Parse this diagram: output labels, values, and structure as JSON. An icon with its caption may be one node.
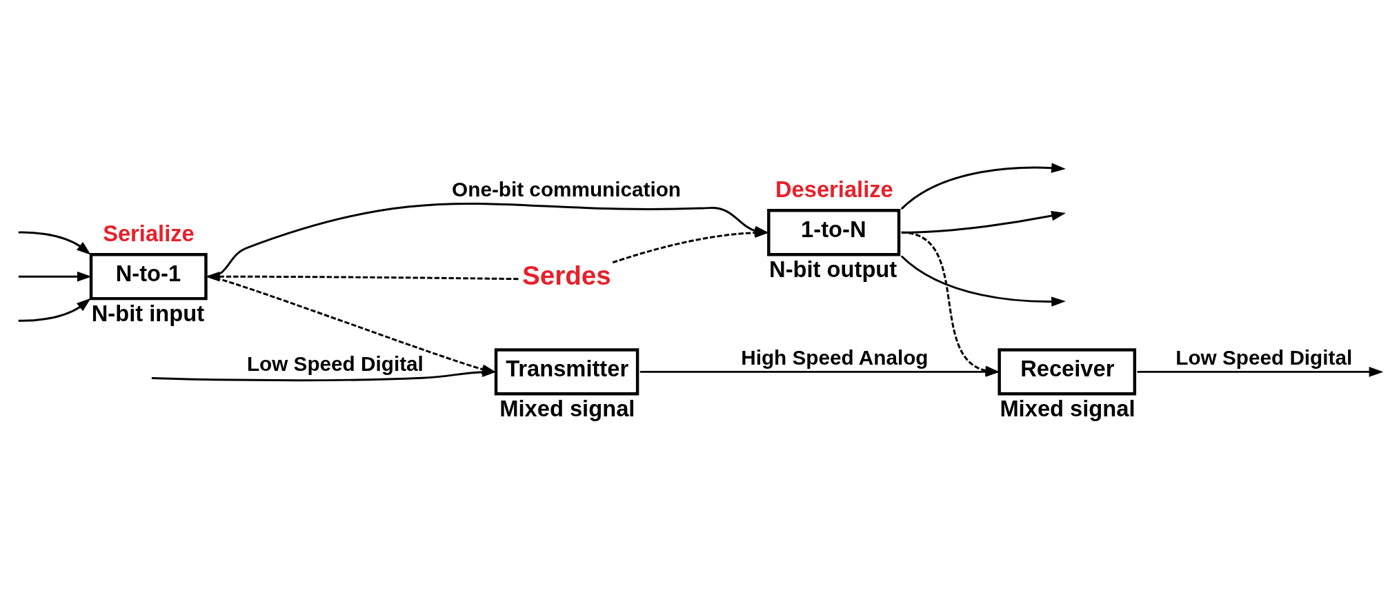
{
  "diagram": {
    "nodes": [
      {
        "text": [
          "Serdes"
        ]
      },
      {
        "text": [
          "Serialize",
          "N-to-1"
        ],
        "beside": [
          "N-bit input"
        ]
      },
      {
        "text": [
          "Deserialize",
          "1-to-N"
        ],
        "beside": [
          "N-bit output"
        ]
      },
      {
        "text": [
          "Transmitter"
        ],
        "beside": [
          "Mixed signal"
        ]
      },
      {
        "text": [
          "Receiver"
        ],
        "beside": [
          "Mixed signal"
        ]
      }
    ],
    "edges": [
      {
        "from": 0,
        "to": 1,
        "arrow": "to",
        "style": "dashed"
      },
      {
        "from": 0,
        "to": 2,
        "arrow": "to",
        "style": "dashed"
      },
      {
        "from": null,
        "to": 1,
        "arrow": "to"
      },
      {
        "from": null,
        "to": 1,
        "arrow": "to"
      },
      {
        "from": null,
        "to": 1,
        "arrow": "to"
      },
      {
        "from": 1,
        "to": 2,
        "arrow": "to",
        "label": "One-bit communication"
      },
      {
        "from": 2,
        "to": null,
        "arrow": "to"
      },
      {
        "from": 2,
        "to": null,
        "arrow": "to"
      },
      {
        "from": 2,
        "to": null,
        "arrow": "to"
      },
      {
        "from": 1,
        "to": 3,
        "arrow": "to",
        "style": "dashed"
      },
      {
        "from": 2,
        "to": 4,
        "arrow": "to",
        "style": "dashed"
      },
      {
        "from": null,
        "to": 3,
        "arrow": "to",
        "label": "Low Speed Digital"
      },
      {
        "from": 3,
        "to": 4,
        "arrow": "to",
        "label": "High Speed Analog"
      },
      {
        "from": 4,
        "to": null,
        "arrow": "to",
        "label": "Low Speed Digital"
      }
    ]
  }
}
